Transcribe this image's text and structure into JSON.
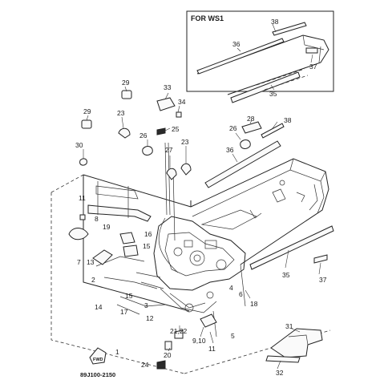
{
  "inset": {
    "title": "FOR WS1"
  },
  "diagram_code": "89J100-2150",
  "arrow_label": "FWD",
  "callouts": {
    "c38a": "38",
    "c36a": "36",
    "c37a": "37",
    "c35a": "35",
    "c29a": "29",
    "c33": "33",
    "c34": "34",
    "c29b": "29",
    "c23a": "23",
    "c25": "25",
    "c26a": "26",
    "c28": "28",
    "c38b": "38",
    "c30": "30",
    "c27": "27",
    "c23b": "23",
    "c26b": "26",
    "c36b": "36",
    "c11a": "11",
    "c8": "8",
    "c19": "19",
    "c16": "16",
    "c15a": "15",
    "c7": "7",
    "c13": "13",
    "c2": "2",
    "c15b": "15",
    "c14": "14",
    "c17": "17",
    "c3": "3",
    "c12": "12",
    "c1": "1",
    "c4": "4",
    "c6": "6",
    "c18": "18",
    "c5": "5",
    "c35b": "35",
    "c37b": "37",
    "c21_22": "21,22",
    "c9_10": "9,10",
    "c11b": "11",
    "c20": "20",
    "c24": "24",
    "c31": "31",
    "c32": "32"
  }
}
